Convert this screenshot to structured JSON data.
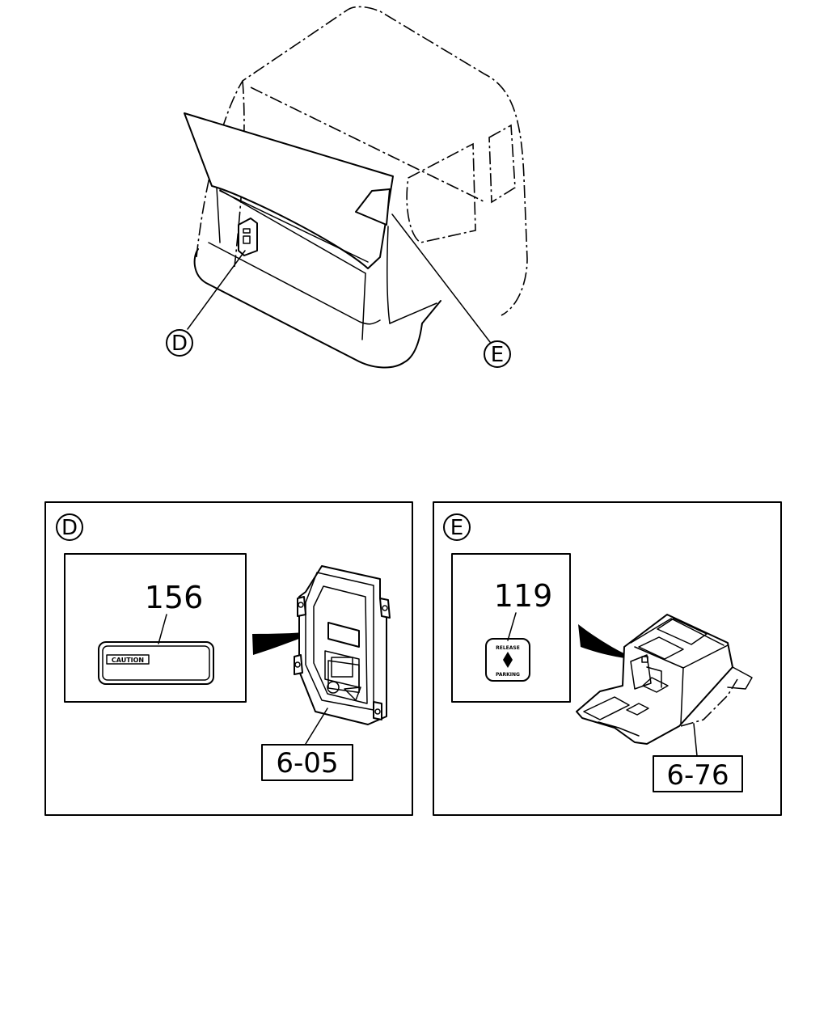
{
  "callouts": {
    "d_top": "D",
    "e_top": "E"
  },
  "panel_d": {
    "letter": "D",
    "part_number": "156",
    "decal_text": "CAUTION",
    "ref_label": "6-05"
  },
  "panel_e": {
    "letter": "E",
    "part_number": "119",
    "decal_top_text": "RELEASE",
    "decal_bottom_text": "PARKING",
    "ref_label": "6-76"
  }
}
